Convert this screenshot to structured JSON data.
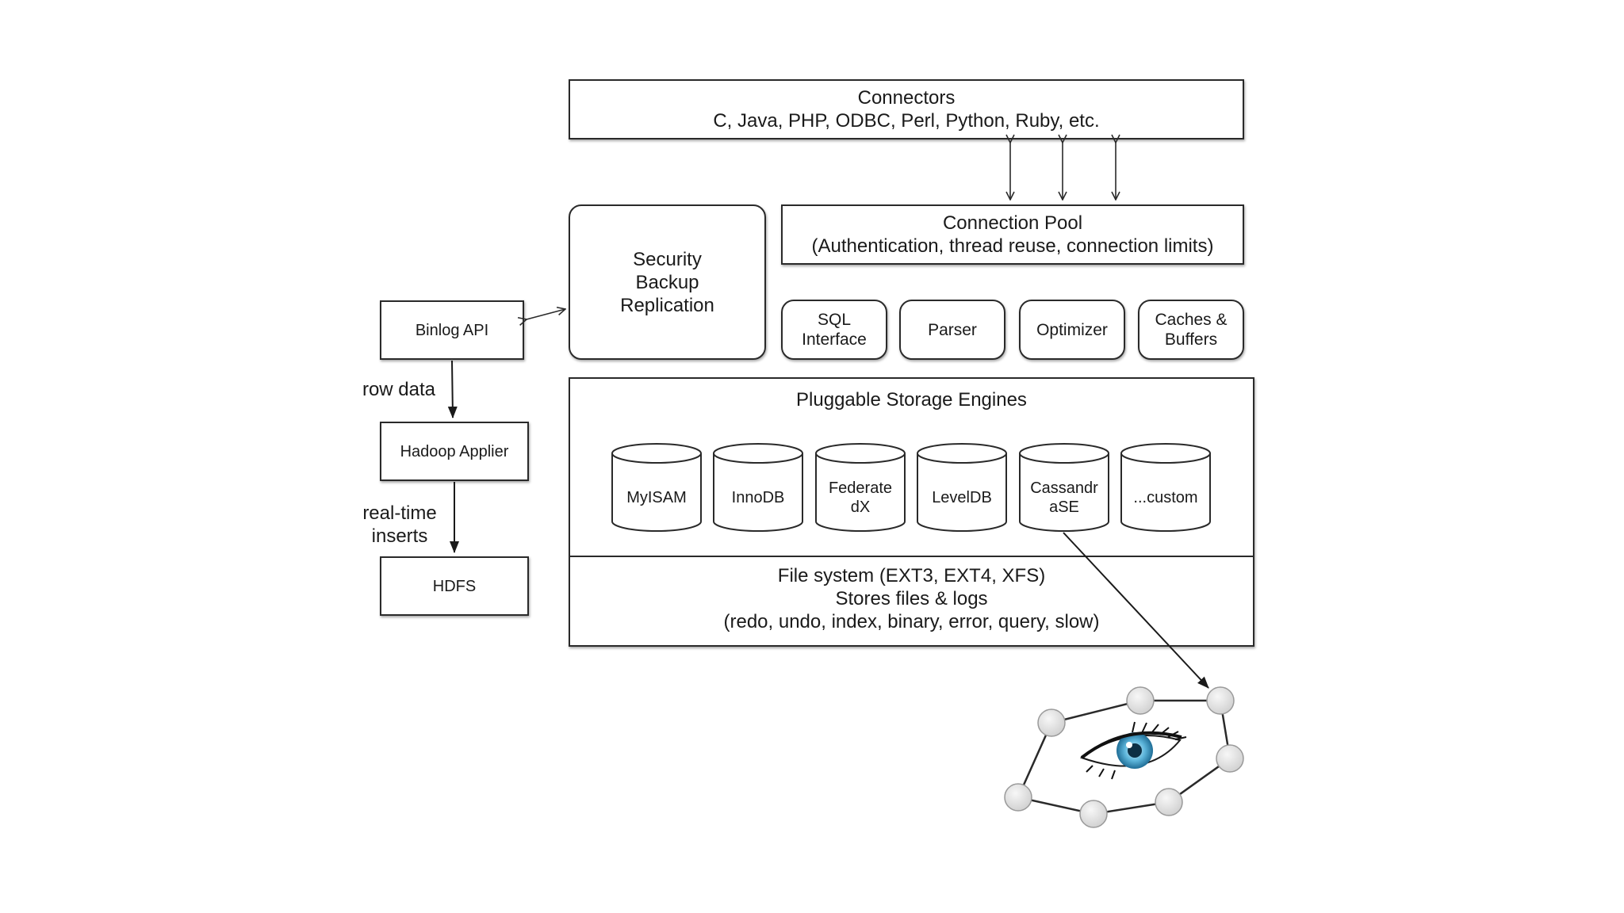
{
  "connectors": {
    "title": "Connectors",
    "subtitle": "C, Java, PHP, ODBC, Perl, Python, Ruby, etc."
  },
  "connection_pool": {
    "title": "Connection Pool",
    "subtitle": "(Authentication, thread reuse, connection limits)"
  },
  "security_box": {
    "line1": "Security",
    "line2": "Backup",
    "line3": "Replication"
  },
  "components": {
    "sql": {
      "line1": "SQL",
      "line2": "Interface"
    },
    "parser": "Parser",
    "optimizer": "Optimizer",
    "caches": {
      "line1": "Caches &",
      "line2": "Buffers"
    }
  },
  "storage": {
    "title": "Pluggable Storage Engines",
    "engines": [
      {
        "line1": "MyISAM",
        "line2": ""
      },
      {
        "line1": "InnoDB",
        "line2": ""
      },
      {
        "line1": "Federate",
        "line2": "dX"
      },
      {
        "line1": "LevelDB",
        "line2": ""
      },
      {
        "line1": "Cassandr",
        "line2": "aSE"
      },
      {
        "line1": "...custom",
        "line2": ""
      }
    ]
  },
  "filesystem": {
    "line1": "File system (EXT3, EXT4, XFS)",
    "line2": "Stores files & logs",
    "line3": "(redo, undo, index, binary, error, query, slow)"
  },
  "hadoop_side": {
    "binlog_api": "Binlog API",
    "row_data": "row data",
    "hadoop_applier": "Hadoop Applier",
    "realtime_line1": "real-time",
    "realtime_line2": "inserts",
    "hdfs": "HDFS"
  },
  "colors": {
    "stroke": "#2a2a2a",
    "node_fill": "#e3e3e3",
    "eye_iris": "#5fb7dc"
  },
  "icons": {
    "cassandra_logo": "cassandra-eye-ring-logo"
  }
}
